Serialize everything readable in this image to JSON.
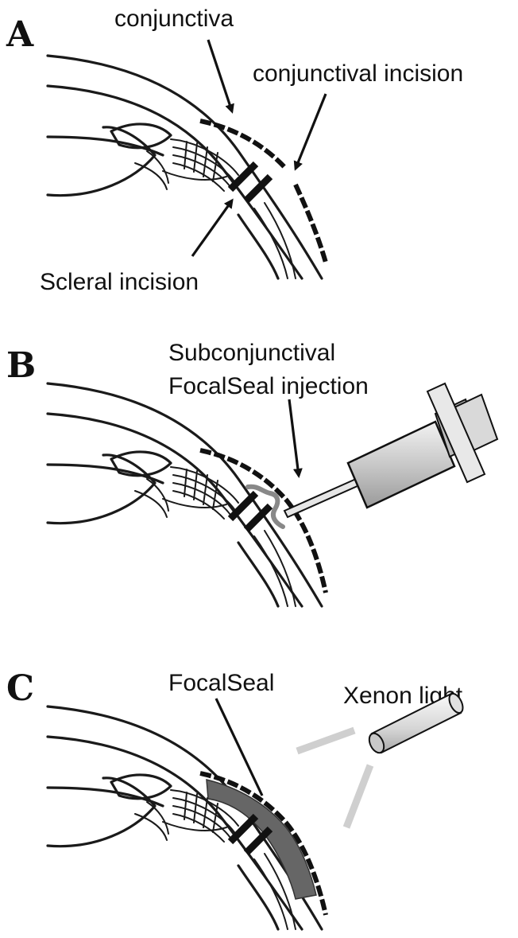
{
  "panels": [
    {
      "letter": "A",
      "labels": {
        "conjunctiva": "conjunctiva",
        "conjunctival_incision": "conjunctival incision",
        "scleral_incision": "Scleral incision"
      }
    },
    {
      "letter": "B",
      "labels": {
        "injection_line1": "Subconjunctival",
        "injection_line2": "FocalSeal injection"
      }
    },
    {
      "letter": "C",
      "labels": {
        "sealant": "FocalSeal",
        "light": "Xenon light"
      }
    }
  ],
  "colors": {
    "ink": "#111111",
    "sealant_fill": "#666666",
    "sealant_trace": "#888888",
    "syringe_fill": "#cfcfcf",
    "light_beam": "#cfcfcf"
  }
}
